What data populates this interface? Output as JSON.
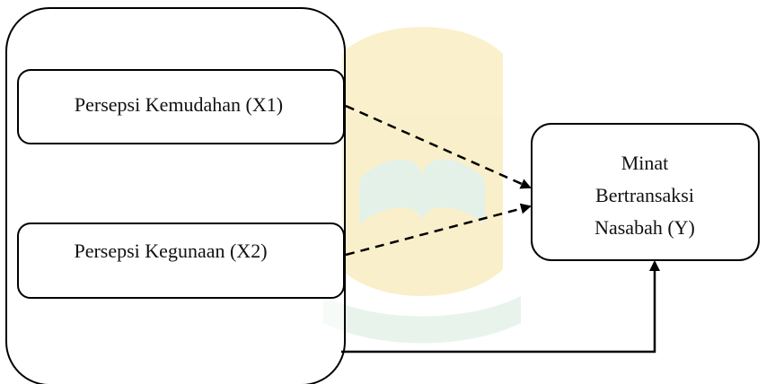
{
  "diagram": {
    "x1_box": {
      "label": "Persepsi Kemudahan (X1)"
    },
    "x2_box": {
      "label": "Persepsi Kegunaan  (X2)"
    },
    "y_box": {
      "lines": [
        "Minat",
        "Bertransaksi",
        "Nasabah (Y)"
      ]
    },
    "watermark": {
      "color": "#f3d77c",
      "accent": "#bfe0c8"
    },
    "colors": {
      "stroke": "#000000",
      "fill": "#ffffff"
    }
  }
}
